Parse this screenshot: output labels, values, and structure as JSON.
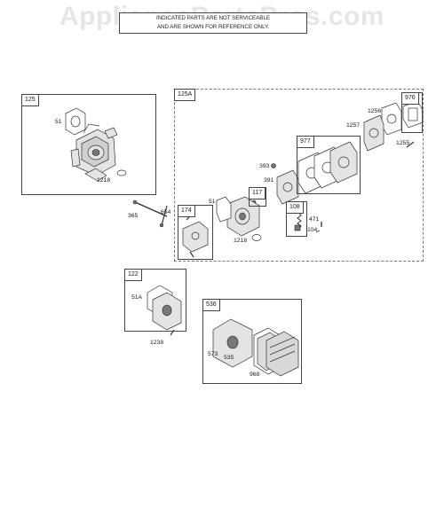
{
  "watermark": "AppliancePartsPros.com",
  "notice": {
    "line1": "INDICATED PARTS ARE NOT SERVICEABLE",
    "line2": "AND ARE SHOWN FOR REFERENCE ONLY."
  },
  "boxes": {
    "b125": "125",
    "b125A": "125A",
    "b976": "976",
    "b977": "977",
    "b117": "117",
    "b174": "174",
    "b108": "108",
    "b122": "122",
    "b536": "536"
  },
  "labels": {
    "l51a": "51",
    "l1218a": "1218",
    "l365": "365",
    "l654": "654",
    "l1256": "1256",
    "l1257": "1257",
    "l1255": "1255",
    "l393": "393",
    "l391": "391",
    "l51b": "51",
    "l1218b": "1218",
    "l471": "471",
    "l104": "104",
    "l51A": "51A",
    "l1238": "1238",
    "l573": "573",
    "l535": "535",
    "l968": "968"
  }
}
